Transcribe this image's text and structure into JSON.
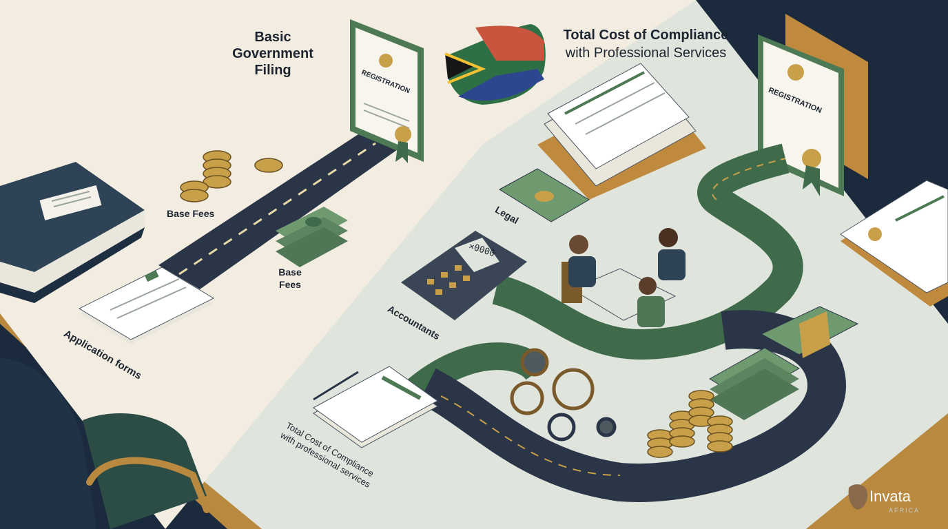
{
  "labels": {
    "basic_filing_line1": "Basic",
    "basic_filing_line2": "Government",
    "basic_filing_line3": "Filing",
    "total_cost_line1": "Total Cost of Compliance",
    "total_cost_line2": "with Professional Services",
    "base_fees_coins": "Base Fees",
    "base_fees_notes_line1": "Base",
    "base_fees_notes_line2": "Fees",
    "application_forms": "Application forms",
    "legal": "Legal",
    "accountants": "Accountants",
    "road_line1": "Total Cost of Compliance",
    "road_line2": "with professional services",
    "certificate_left": "REGISTRATION",
    "certificate_right": "REGISTRATION",
    "calculator_display": "×0000"
  },
  "brand": {
    "name": "Invata",
    "sub": "AFRICA"
  },
  "colors": {
    "background": "#1b2a3c",
    "desk_left": "#f2ede0",
    "desk_right": "#dfe4dc",
    "desk_edge": "#b8893e",
    "road": "#2a3547",
    "road_green": "#3f6b4a",
    "money": "#6f9a6f",
    "gold": "#c9a04a"
  }
}
